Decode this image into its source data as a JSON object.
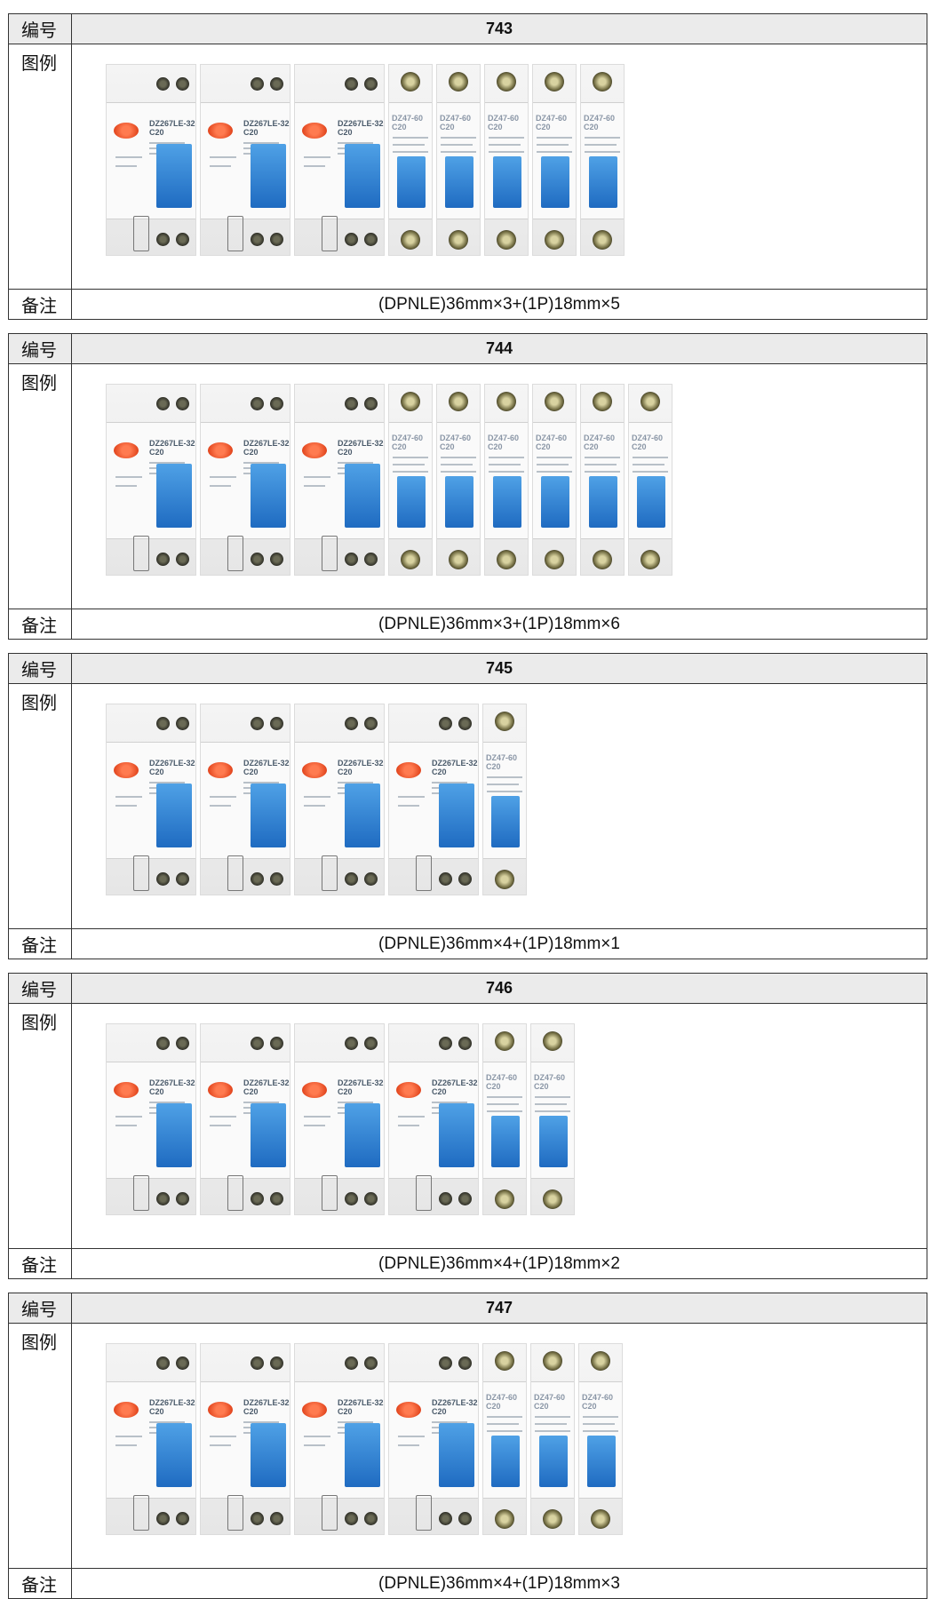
{
  "labels": {
    "number": "编号",
    "legend": "图例",
    "note": "备注"
  },
  "breaker_text": {
    "rcbo_model": "DZ267LE-32",
    "rcbo_rating": "C20",
    "mcb_model": "DZ47-60",
    "mcb_rating": "C20"
  },
  "blocks": [
    {
      "number": "743",
      "note": "(DPNLE)36mm×3+(1P)18mm×5",
      "rcbo_count": 3,
      "mcb_count": 5
    },
    {
      "number": "744",
      "note": "(DPNLE)36mm×3+(1P)18mm×6",
      "rcbo_count": 3,
      "mcb_count": 6
    },
    {
      "number": "745",
      "note": "(DPNLE)36mm×4+(1P)18mm×1",
      "rcbo_count": 4,
      "mcb_count": 1
    },
    {
      "number": "746",
      "note": "(DPNLE)36mm×4+(1P)18mm×2",
      "rcbo_count": 4,
      "mcb_count": 2
    },
    {
      "number": "747",
      "note": "(DPNLE)36mm×4+(1P)18mm×3",
      "rcbo_count": 4,
      "mcb_count": 3
    }
  ]
}
